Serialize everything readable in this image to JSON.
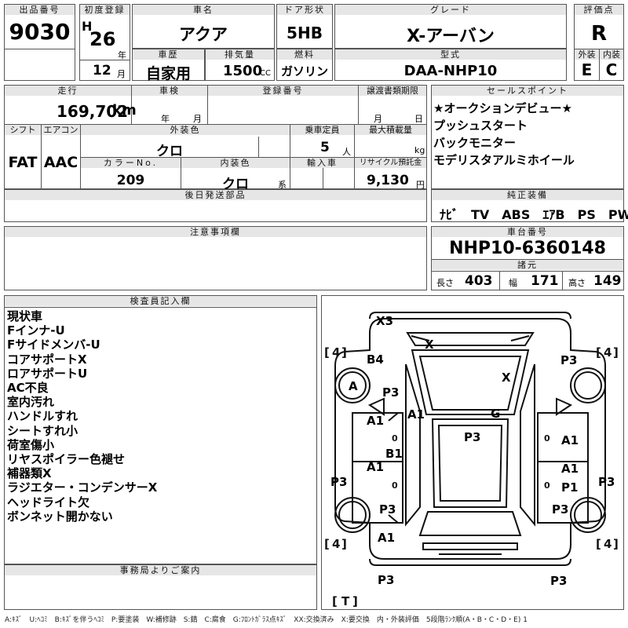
{
  "headers": {
    "lot_no": "出品番号",
    "first_reg": "初度登録",
    "car_name": "車名",
    "door": "ドア形状",
    "grade": "グレード",
    "rating": "評価点",
    "history": "車歴",
    "displacement": "排気量",
    "fuel": "燃料",
    "model_type": "型式",
    "exterior": "外装",
    "interior": "内装",
    "mileage": "走行",
    "inspection": "車検",
    "registration_no": "登録番号",
    "transfer_deadline": "譲渡書類期限",
    "sales_points": "セールスポイント",
    "shift": "シフト",
    "aircon": "エアコン",
    "exterior_color": "外装色",
    "capacity": "乗車定員",
    "max_load": "最大積載量",
    "color_no": "カラーNo.",
    "interior_color": "内装色",
    "import": "輸入車",
    "recycle": "リサイクル預託金",
    "later_parts": "後日発送部品",
    "genuine_equipment": "純正装備",
    "notes": "注意事項欄",
    "chassis_no": "車台番号",
    "specs": "諸元",
    "inspector": "検査員記入欄",
    "office_notice": "事務局よりご案内"
  },
  "vehicle": {
    "lot_no": "9030",
    "era": "H",
    "year": "26",
    "month": "12",
    "name": "アクア",
    "door": "5HB",
    "grade": "X-アーバン",
    "rating": "R",
    "history": "自家用",
    "displacement": "1500",
    "fuel": "ガソリン",
    "model_type": "DAA-NHP10",
    "exterior_grade": "E",
    "interior_grade": "C",
    "mileage": "169,702",
    "shift": "FAT",
    "aircon": "AAC",
    "exterior_color": "クロ",
    "capacity": "5",
    "color_no": "209",
    "interior_color": "クロ",
    "recycle": "9,130",
    "chassis_no": "NHP10-6360148",
    "length": "403",
    "width": "171",
    "height": "149"
  },
  "units": {
    "year": "年",
    "month": "月",
    "cc": "CC",
    "km": "km",
    "people": "人",
    "kg": "kg",
    "kei": "系",
    "yen": "円",
    "length": "長さ",
    "width": "幅",
    "height": "高さ"
  },
  "sales_points": [
    "★オークションデビュー★",
    "プッシュスタート",
    "バックモニター",
    "モデリスタアルミホイール"
  ],
  "genuine_equipment": "ﾅﾋﾞ　TV　ABS　ｴｱB　PS　PW",
  "inspector_notes": [
    "現状車",
    "Fインナ-U",
    "Fサイドメンバ-U",
    "コアサポートX",
    "ロアサポートU",
    "AC不良",
    "室内汚れ",
    "ハンドルすれ",
    "シートすれ小",
    "荷室傷小",
    "リヤスポイラー色褪せ",
    "補器類X",
    "ラジエター・コンデンサーX",
    "ヘッドライト欠",
    "ボンネット開かない"
  ],
  "diagram": {
    "damage": [
      "X3",
      "X",
      "X",
      "B4",
      "A",
      "P3",
      "A1",
      "G",
      "A1",
      "P3",
      "B1",
      "A1",
      "P3",
      "P3",
      "A1",
      "P3",
      "A1",
      "P1",
      "P3",
      "P3",
      "P3",
      "A1",
      "P3",
      "A1"
    ],
    "tires": [
      "4",
      "4",
      "4",
      "4",
      "T"
    ],
    "zeros": [
      "0",
      "0",
      "0",
      "0"
    ]
  },
  "legend": "A:ｷｽﾞ　U:ﾍｺﾐ　B:ｷｽﾞを伴うﾍｺﾐ　P:要塗装　W:補修跡　S:錆　C:腐食　G:ﾌﾛﾝﾄｶﾞﾗｽ点ｷｽﾞ　XX:交換済み　X:要交換　内・外装評価　5段階ﾗﾝｸ順(A・B・C・D・E) 1"
}
